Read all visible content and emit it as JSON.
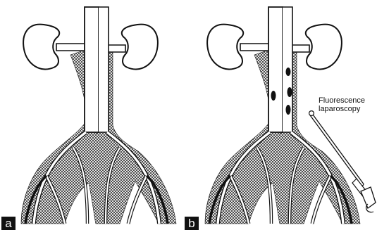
{
  "panels": [
    {
      "label": "a"
    },
    {
      "label": "b"
    }
  ],
  "annotation": {
    "line1": "Fluorescence",
    "line2": "laparoscopy"
  },
  "icons": [
    "kidney-icon",
    "laparoscope-icon"
  ],
  "colors": {
    "ink": "#111111",
    "paper": "#ffffff",
    "fill": "#ffffff"
  }
}
